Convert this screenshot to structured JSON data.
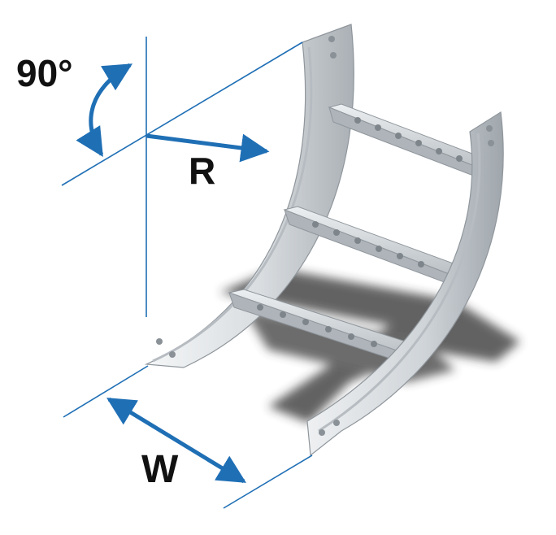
{
  "labels": {
    "angle": "90°",
    "radius": "R",
    "width": "W"
  },
  "colors": {
    "dimension_blue": "#1f6fb5",
    "tray_light": "#e6e9ec",
    "tray_mid": "#c4c9ce",
    "tray_dark": "#9aa1a8",
    "shadow": "#3a3a3a"
  }
}
